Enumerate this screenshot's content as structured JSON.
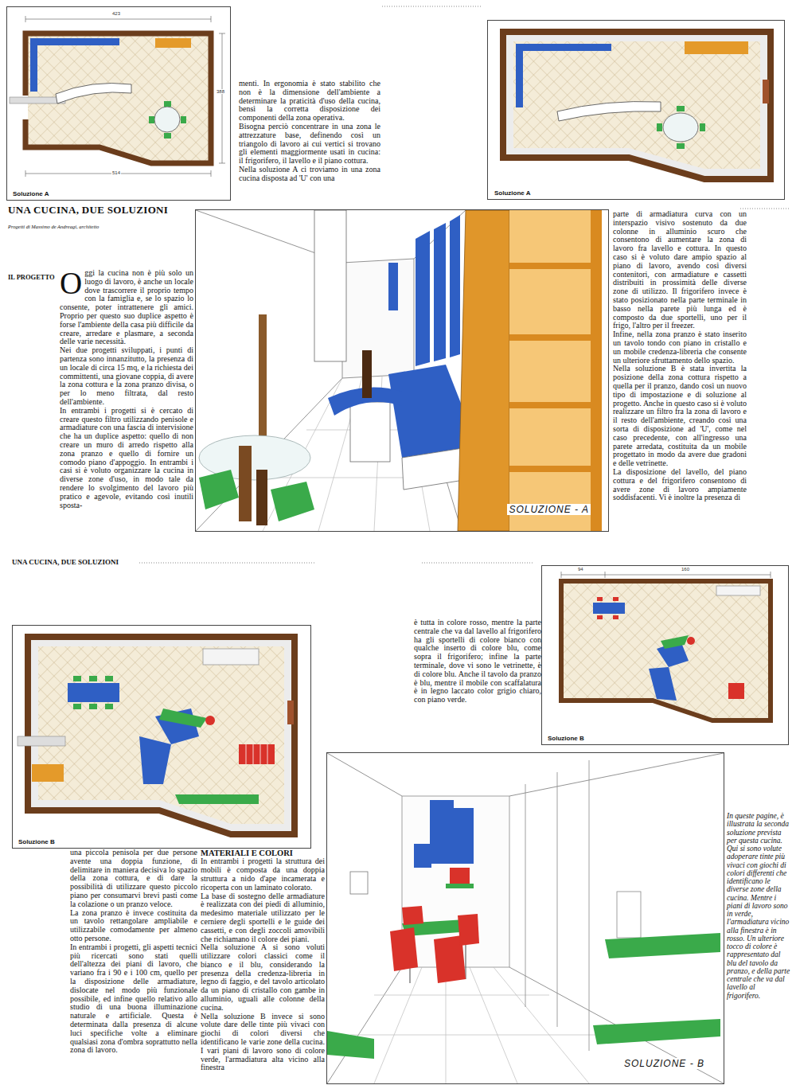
{
  "diagram": {
    "title": "UNA CUCINA, DUE SOLUZIONI",
    "nodes": [
      {
        "text": [
          "Soluzione A"
        ]
      },
      {
        "text": [
          "Soluzione A"
        ]
      },
      {
        "text": [
          "SOLUZIONE - A"
        ]
      },
      {
        "text": [
          "Soluzione B"
        ]
      },
      {
        "text": [
          "Soluzione B"
        ]
      },
      {
        "text": [
          "SOLUZIONE - B"
        ]
      }
    ],
    "labels": [
      "Progetti di Massimo de Andreagi, architetto",
      "IL PROGETTO",
      "menti. In ergonomia è stato stabilito che non è la dimensione dell'ambiente a determinare la praticità d'uso della cucina, bensì la corretta disposizione dei componenti della zona operativa.",
      "Bisogna perciò concentrare in una zona le attrezzature base, definendo così un triangolo di lavoro ai cui vertici si trovano gli elementi maggiormente usati in cucina: il frigorifero, il lavello e il piano cottura.",
      "Nella soluzione A ci troviamo in una zona cucina disposta ad 'U' con una",
      "Oggi la cucina non è più solo un luogo di lavoro, è anche un locale dove trascorrere il proprio tempo con la famiglia e, se lo spazio lo consente, poter intrattenere gli amici. Proprio per questo suo duplice aspetto è forse l'ambiente della casa più difficile da creare, arredare e plasmare, a seconda delle varie necessità.",
      "Nei due progetti sviluppati, i punti di partenza sono innanzitutto, la presenza di un locale di circa 15 mq, e la richiesta dei committenti, una giovane coppia, di avere la zona cottura e la zona pranzo divisa, o per lo meno filtrata, dal resto dell'ambiente.",
      "In entrambi i progetti si è cercato di creare questo filtro utilizzando penisole e armadiature con una fascia di intervisione che ha un duplice aspetto: quello di non creare un muro di arredo rispetto alla zona pranzo e quello di fornire un comodo piano d'appoggio. In entrambi i casi si è voluto organizzare la cucina in diverse zone d'uso, in modo tale da rendere lo svolgimento del lavoro più pratico e agevole, evitando così inutili sposta-",
      "parte di armadiatura curva con un interspazio visivo sostenuto da due colonne in alluminio scuro che consentono di aumentare la zona di lavoro fra lavello e cottura. In questo caso si è voluto dare ampio spazio al piano di lavoro, avendo così diversi contenitori, con armadiature e cassetti distribuiti in prossimità delle diverse zone di utilizzo. Il frigorifero invece è stato posizionato nella parte terminale in basso nella parete più lunga ed è composto da due sportelli, uno per il frigo, l'altro per il freezer.",
      "Infine, nella zona pranzo è stato inserito un tavolo tondo con piano in cristallo e un mobile credenza-libreria che consente un ulteriore sfruttamento dello spazio.",
      "Nella soluzione B è stata invertita la posizione della zona cottura rispetto a quella per il pranzo, dando così un nuovo tipo di impostazione e di soluzione al progetto. Anche in questo caso si è voluto realizzare un filtro fra la zona di lavoro e il resto dell'ambiente, creando così una sorta di disposizione ad 'U', come nel caso precedente, con all'ingresso una parete arredata, costituita da un mobile progettato in modo da avere due gradoni e delle vetrinette.",
      "La disposizione del lavello, del piano cottura e del frigorifero consentono di avere zone di lavoro ampiamente soddisfacenti. Vi è inoltre la presenza di",
      "UNA CUCINA, DUE SOLUZIONI",
      "è tutta in colore rosso, mentre la parte centrale che va dal lavello al frigorifero ha gli sportelli di colore bianco con qualche inserto di colore blu, come sopra il frigorifero; infine la parte terminale, dove vi sono le vetrinette, è di colore blu. Anche il tavolo da pranzo è blu, mentre il mobile con scaffalatura è in legno laccato color grigio chiaro, con piano verde.",
      "una piccola penisola per due persone avente una doppia funzione, di delimitare in maniera decisiva lo spazio della zona cottura, e di dare la possibilità di utilizzare questo piccolo piano per consumarvi brevi pasti come la colazione o un pranzo veloce.",
      "La zona pranzo è invece costituita da un tavolo rettangolare ampliabile e utilizzabile comodamente per almeno otto persone.",
      "In entrambi i progetti, gli aspetti tecnici più ricercati sono stati quelli dell'altezza dei piani di lavoro, che variano fra i 90 e i 100 cm, quello per la disposizione delle armadiature, dislocate nel modo più funzionale possibile, ed infine quello relativo allo studio di una buona illuminazione naturale e artificiale. Questa è determinata dalla presenza di alcune luci specifiche volte a eliminare qualsiasi zona d'ombra soprattutto nella zona di lavoro.",
      "MATERIALI E COLORI",
      "In entrambi i progetti la struttura dei mobili è composta da una doppia struttura a nido d'ape incamerata e ricoperta con un laminato colorato.",
      "La base di sostegno delle armadiature è realizzata con dei piedi di alluminio, medesimo materiale utilizzato per le cerniere degli sportelli e le guide dei cassetti, e con degli zoccoli amovibili che richiamano il colore dei piani.",
      "Nella soluzione A si sono voluti utilizzare colori classici come il bianco e il blu, considerando la presenza della credenza-libreria in legno di faggio, e del tavolo articolato da un piano di cristallo con gambe in alluminio, uguali alle colonne della cucina.",
      "Nella soluzione B invece si sono volute dare delle tinte più vivaci con giochi di colori diversi che identificano le varie zone della cucina. I vari piani di lavoro sono di colore verde, l'armadiatura alta vicino alla finestra",
      "In queste pagine, è illustrata la seconda soluzione prevista per questa cucina. Qui si sono volute adoperare tinte più vivaci con giochi di colori differenti che identificano le diverse zone della cucina. Mentre i piani di lavoro sono in verde, l'armadiatura vicino alla finestra è in rosso. Un ulteriore tocco di colore è rappresentato dal blu del tavolo da pranzo, e della parte centrale che va dal lavello al frigorifero.",
      "423",
      "388",
      "514",
      "94",
      "160"
    ]
  }
}
